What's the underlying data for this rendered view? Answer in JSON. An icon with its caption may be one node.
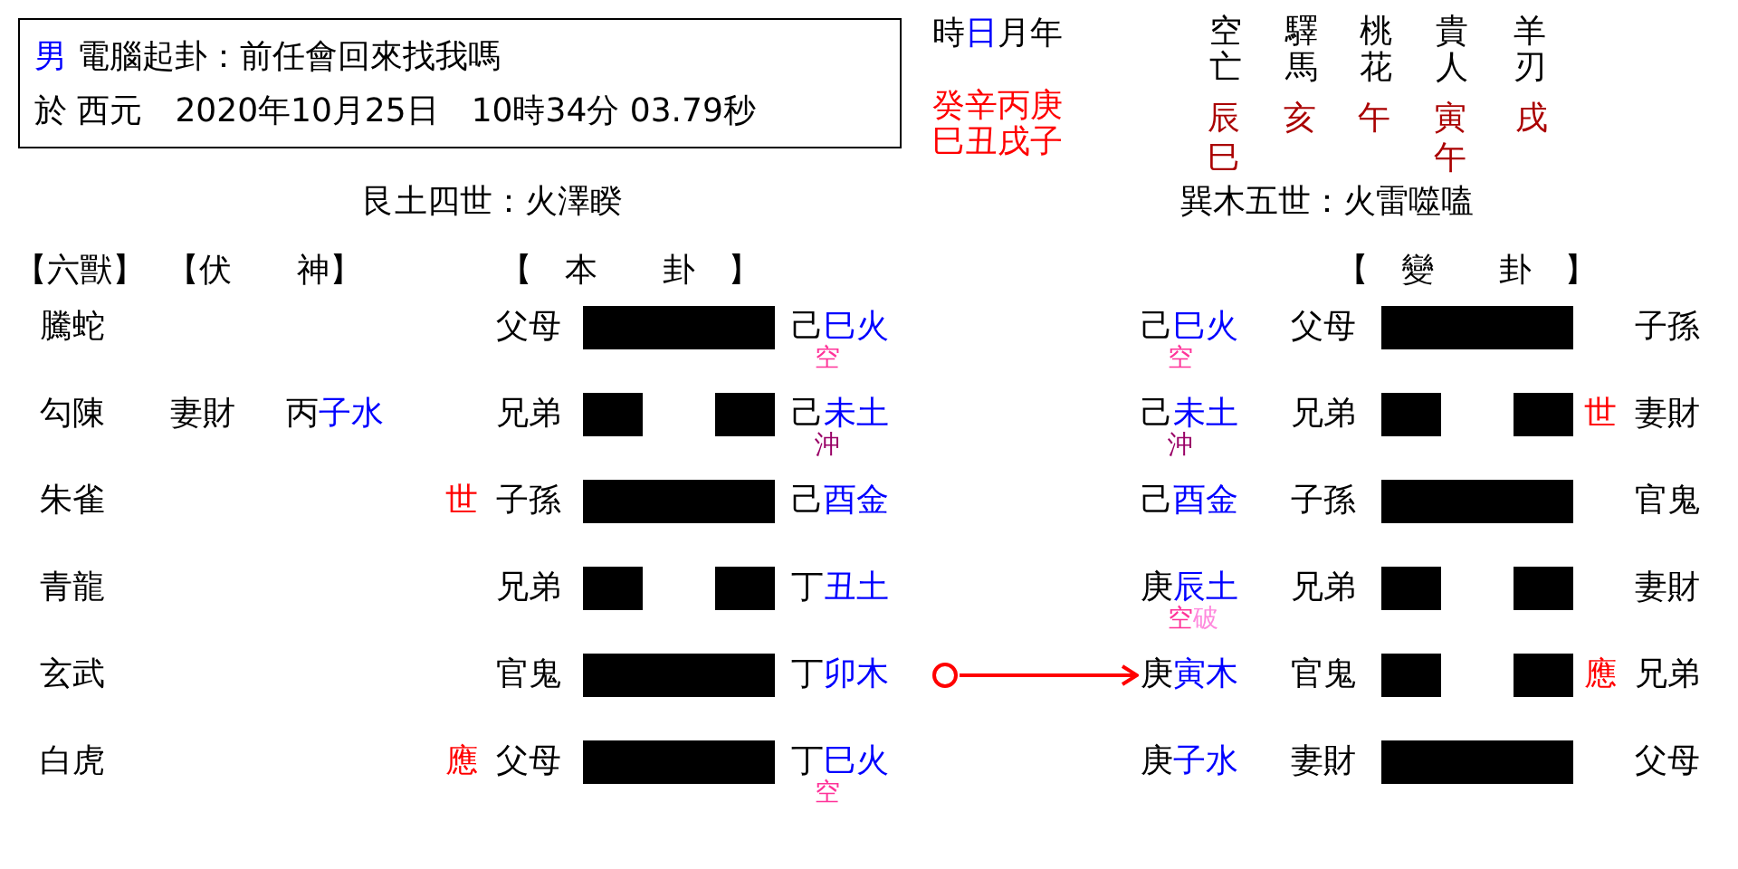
{
  "diagram": {
    "nodes": [
      {
        "text": [
          "男 電腦起卦：前任會回來找我嗎",
          "於 西元　2020年10月25日　10時34分 03.79秒"
        ]
      },
      {
        "text": [],
        "shape": "circle"
      },
      {
        "text": [
          "庚寅木"
        ]
      }
    ],
    "edges": [
      {
        "from": 1,
        "to": 2,
        "arrow": "to"
      }
    ],
    "labels": [
      "時日月年",
      "空亡",
      "驛馬",
      "桃花",
      "貴人",
      "羊刃",
      "癸辛丙庚",
      "巳丑戌子",
      "辰",
      "亥",
      "午",
      "寅",
      "戌",
      "巳",
      "午",
      "艮土四世：火澤睽",
      "巽木五世：火雷噬嗑",
      "【六獸】",
      "【伏　　神】",
      "【　本　　卦　】",
      "【　變　　卦　】",
      "騰蛇",
      "父母",
      "己巳火",
      "己巳火",
      "父母",
      "子孫",
      "空",
      "空",
      "勾陳",
      "妻財",
      "丙子水",
      "兄弟",
      "己未土",
      "己未土",
      "兄弟",
      "世",
      "妻財",
      "沖",
      "沖",
      "朱雀",
      "世",
      "子孫",
      "己酉金",
      "己酉金",
      "子孫",
      "官鬼",
      "青龍",
      "兄弟",
      "丁丑土",
      "庚辰土",
      "兄弟",
      "妻財",
      "空破",
      "玄武",
      "官鬼",
      "丁卯木",
      "官鬼",
      "應",
      "兄弟",
      "白虎",
      "應",
      "父母",
      "丁巳火",
      "庚子水",
      "妻財",
      "父母",
      "空"
    ]
  }
}
